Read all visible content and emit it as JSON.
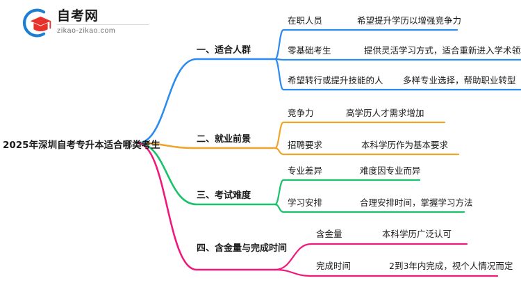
{
  "logo": {
    "title": "自考网",
    "subtitle": "zikao-zikao.com",
    "mark_outer_color": "#1d7fd4",
    "mark_inner_color": "#e8312a"
  },
  "mindmap": {
    "root": {
      "label": "2025年深圳自考专升本适合哪类考生"
    },
    "branches": [
      {
        "label": "一、适合人群",
        "color": "#2c8bf0",
        "children": [
          {
            "key": "在职人员",
            "value": "希望提升学历以增强竞争力"
          },
          {
            "key": "零基础考生",
            "value": "提供灵活学习方式，适合重新进入学术领域"
          },
          {
            "key": "希望转行或提升技能的人",
            "value": "多样专业选择，帮助职业转型"
          }
        ]
      },
      {
        "label": "二、就业前景",
        "color": "#efa42c",
        "children": [
          {
            "key": "竞争力",
            "value": "高学历人才需求增加"
          },
          {
            "key": "招聘要求",
            "value": "本科学历作为基本要求"
          }
        ]
      },
      {
        "label": "三、考试难度",
        "color": "#19c26a",
        "children": [
          {
            "key": "专业差异",
            "value": "难度因专业而异"
          },
          {
            "key": "学习安排",
            "value": "合理安排时间，掌握学习方法"
          }
        ]
      },
      {
        "label": "四、含金量与完成时间",
        "color": "#f0187c",
        "children": [
          {
            "key": "含金量",
            "value": "本科学历广泛认可"
          },
          {
            "key": "完成时间",
            "value": "2到3年内完成，视个人情况而定"
          }
        ]
      }
    ]
  }
}
